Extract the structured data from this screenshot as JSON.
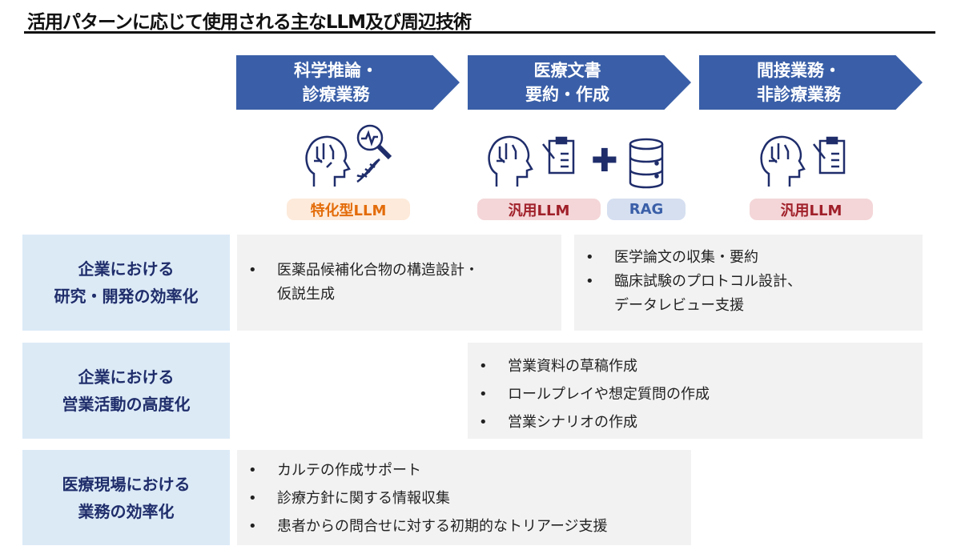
{
  "title": "活用パターンに応じて使用される主なLLM及び周辺技術",
  "columns": [
    {
      "label": "科学推論・\n診療業務",
      "pills": [
        "特化型LLM"
      ]
    },
    {
      "label": "医療文書\n要約・作成",
      "pills": [
        "汎用LLM",
        "RAG"
      ]
    },
    {
      "label": "間接業務・\n非診療業務",
      "pills": [
        "汎用LLM"
      ]
    }
  ],
  "colors": {
    "arrow": "#3a5fa8",
    "row_label_bg": "#dceaf6",
    "box_bg": "#f2f2f2",
    "specialized": "#e36c0a",
    "general": "#a0202a",
    "rag": "#3a5fa8"
  },
  "rows": [
    {
      "label": "企業における\n研究・開発の効率化",
      "cells": [
        [
          "医薬品候補化合物の構造設計・\n仮説生成"
        ],
        [
          "医学論文の収集・要約",
          "臨床試験のプロトコル設計、\nデータレビュー支援"
        ]
      ]
    },
    {
      "label": "企業における\n営業活動の高度化",
      "cells": [
        [
          "営業資料の草稿作成",
          "ロールプレイや想定質問の作成",
          "営業シナリオの作成"
        ]
      ]
    },
    {
      "label": "医療現場における\n業務の効率化",
      "cells": [
        [
          "カルテの作成サポート",
          "診療方針に関する情報収集",
          "患者からの問合せに対する初期的なトリアージ支援"
        ]
      ]
    }
  ]
}
